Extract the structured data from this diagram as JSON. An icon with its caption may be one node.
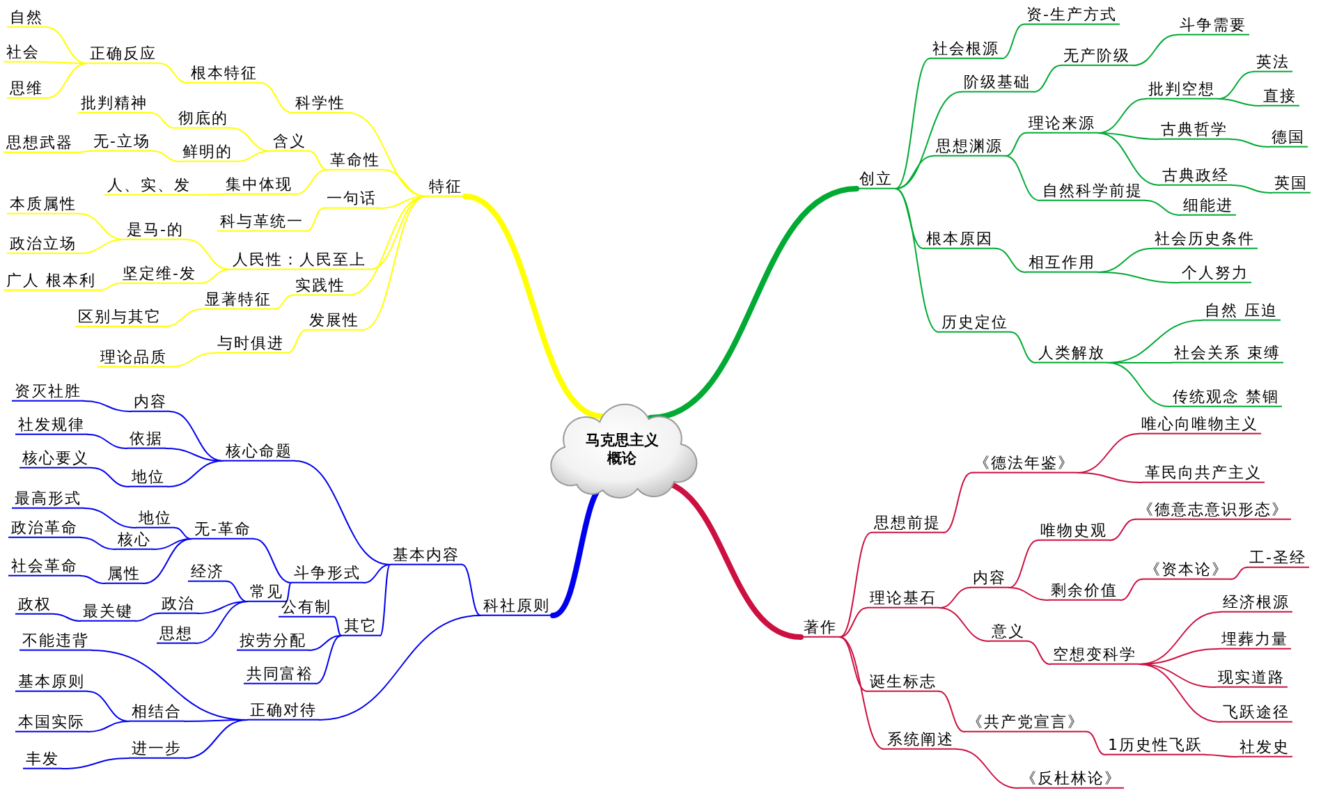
{
  "diagram": {
    "nodes": [
      {
        "text": [
          "马克思主义概论"
        ]
      },
      {
        "text": [
          "特征"
        ]
      },
      {
        "text": [
          "科学性"
        ]
      },
      {
        "text": [
          "根本特征"
        ]
      },
      {
        "text": [
          "正确反应"
        ]
      },
      {
        "text": [
          "自然"
        ]
      },
      {
        "text": [
          "社会"
        ]
      },
      {
        "text": [
          "思维"
        ]
      },
      {
        "text": [
          "革命性"
        ]
      },
      {
        "text": [
          "含义"
        ]
      },
      {
        "text": [
          "彻底的"
        ]
      },
      {
        "text": [
          "批判精神"
        ]
      },
      {
        "text": [
          "鲜明的"
        ]
      },
      {
        "text": [
          "无-立场"
        ]
      },
      {
        "text": [
          "思想武器"
        ]
      },
      {
        "text": [
          "集中体现"
        ]
      },
      {
        "text": [
          "人、实、发"
        ]
      },
      {
        "text": [
          "一句话"
        ]
      },
      {
        "text": [
          "科与革统一"
        ]
      },
      {
        "text": [
          "人民性：人民至上"
        ]
      },
      {
        "text": [
          "是马-的"
        ]
      },
      {
        "text": [
          "本质属性"
        ]
      },
      {
        "text": [
          "政治立场"
        ]
      },
      {
        "text": [
          "坚定维-发"
        ]
      },
      {
        "text": [
          "广人 根本利"
        ]
      },
      {
        "text": [
          "实践性"
        ]
      },
      {
        "text": [
          "显著特征"
        ]
      },
      {
        "text": [
          "区别与其它"
        ]
      },
      {
        "text": [
          "发展性"
        ]
      },
      {
        "text": [
          "与时俱进"
        ]
      },
      {
        "text": [
          "理论品质"
        ]
      },
      {
        "text": [
          "科社原则"
        ]
      },
      {
        "text": [
          "基本内容"
        ]
      },
      {
        "text": [
          "核心命题"
        ]
      },
      {
        "text": [
          "内容"
        ]
      },
      {
        "text": [
          "资灭社胜"
        ]
      },
      {
        "text": [
          "依据"
        ]
      },
      {
        "text": [
          "社发规律"
        ]
      },
      {
        "text": [
          "地位"
        ]
      },
      {
        "text": [
          "核心要义"
        ]
      },
      {
        "text": [
          "斗争形式"
        ]
      },
      {
        "text": [
          "无-革命"
        ]
      },
      {
        "text": [
          "地位"
        ]
      },
      {
        "text": [
          "最高形式"
        ]
      },
      {
        "text": [
          "核心"
        ]
      },
      {
        "text": [
          "政治革命"
        ]
      },
      {
        "text": [
          "属性"
        ]
      },
      {
        "text": [
          "社会革命"
        ]
      },
      {
        "text": [
          "常见"
        ]
      },
      {
        "text": [
          "经济"
        ]
      },
      {
        "text": [
          "政治"
        ]
      },
      {
        "text": [
          "最关键"
        ]
      },
      {
        "text": [
          "政权"
        ]
      },
      {
        "text": [
          "思想"
        ]
      },
      {
        "text": [
          "其它"
        ]
      },
      {
        "text": [
          "公有制"
        ]
      },
      {
        "text": [
          "按劳分配"
        ]
      },
      {
        "text": [
          "共同富裕"
        ]
      },
      {
        "text": [
          "正确对待"
        ]
      },
      {
        "text": [
          "不能违背"
        ]
      },
      {
        "text": [
          "相结合"
        ]
      },
      {
        "text": [
          "基本原则"
        ]
      },
      {
        "text": [
          "本国实际"
        ]
      },
      {
        "text": [
          "进一步"
        ]
      },
      {
        "text": [
          "丰发"
        ]
      },
      {
        "text": [
          "创立"
        ]
      },
      {
        "text": [
          "社会根源"
        ]
      },
      {
        "text": [
          "资-生产方式"
        ]
      },
      {
        "text": [
          "阶级基础"
        ]
      },
      {
        "text": [
          "无产阶级"
        ]
      },
      {
        "text": [
          "斗争需要"
        ]
      },
      {
        "text": [
          "思想渊源"
        ]
      },
      {
        "text": [
          "理论来源"
        ]
      },
      {
        "text": [
          "批判空想"
        ]
      },
      {
        "text": [
          "英法"
        ]
      },
      {
        "text": [
          "直接"
        ]
      },
      {
        "text": [
          "古典哲学"
        ]
      },
      {
        "text": [
          "德国"
        ]
      },
      {
        "text": [
          "古典政经"
        ]
      },
      {
        "text": [
          "英国"
        ]
      },
      {
        "text": [
          "自然科学前提"
        ]
      },
      {
        "text": [
          "细能进"
        ]
      },
      {
        "text": [
          "根本原因"
        ]
      },
      {
        "text": [
          "相互作用"
        ]
      },
      {
        "text": [
          "社会历史条件"
        ]
      },
      {
        "text": [
          "个人努力"
        ]
      },
      {
        "text": [
          "历史定位"
        ]
      },
      {
        "text": [
          "人类解放"
        ]
      },
      {
        "text": [
          "自然 压迫"
        ]
      },
      {
        "text": [
          "社会关系 束缚"
        ]
      },
      {
        "text": [
          "传统观念 禁锢"
        ]
      },
      {
        "text": [
          "著作"
        ]
      },
      {
        "text": [
          "思想前提"
        ]
      },
      {
        "text": [
          "《德法年鉴》"
        ]
      },
      {
        "text": [
          "唯心向唯物主义"
        ]
      },
      {
        "text": [
          "革民向共产主义"
        ]
      },
      {
        "text": [
          "理论基石"
        ]
      },
      {
        "text": [
          "内容"
        ]
      },
      {
        "text": [
          "唯物史观"
        ]
      },
      {
        "text": [
          "《德意志意识形态》"
        ]
      },
      {
        "text": [
          "剩余价值"
        ]
      },
      {
        "text": [
          "《资本论》"
        ]
      },
      {
        "text": [
          "工-圣经"
        ]
      },
      {
        "text": [
          "意义"
        ]
      },
      {
        "text": [
          "空想变科学"
        ]
      },
      {
        "text": [
          "经济根源"
        ]
      },
      {
        "text": [
          "埋葬力量"
        ]
      },
      {
        "text": [
          "现实道路"
        ]
      },
      {
        "text": [
          "飞跃途径"
        ]
      },
      {
        "text": [
          "诞生标志"
        ]
      },
      {
        "text": [
          "《共产党宣言》"
        ]
      },
      {
        "text": [
          "1历史性飞跃"
        ]
      },
      {
        "text": [
          "社发史"
        ]
      },
      {
        "text": [
          "系统阐述"
        ]
      },
      {
        "text": [
          "《反杜林论》"
        ]
      }
    ],
    "edges": [
      {
        "from": 0,
        "to": 1,
        "arrow": "none",
        "style": "thick",
        "color": "#ffff00"
      },
      {
        "from": 1,
        "to": 2,
        "arrow": "none",
        "color": "#ffff00"
      },
      {
        "from": 2,
        "to": 3,
        "arrow": "none",
        "color": "#ffff00"
      },
      {
        "from": 3,
        "to": 4,
        "arrow": "none",
        "color": "#ffff00"
      },
      {
        "from": 4,
        "to": 5,
        "arrow": "none",
        "color": "#ffff00"
      },
      {
        "from": 4,
        "to": 6,
        "arrow": "none",
        "color": "#ffff00"
      },
      {
        "from": 4,
        "to": 7,
        "arrow": "none",
        "color": "#ffff00"
      },
      {
        "from": 1,
        "to": 8,
        "arrow": "none",
        "color": "#ffff00"
      },
      {
        "from": 8,
        "to": 9,
        "arrow": "none",
        "color": "#ffff00"
      },
      {
        "from": 9,
        "to": 10,
        "arrow": "none",
        "color": "#ffff00"
      },
      {
        "from": 10,
        "to": 11,
        "arrow": "none",
        "color": "#ffff00"
      },
      {
        "from": 9,
        "to": 12,
        "arrow": "none",
        "color": "#ffff00"
      },
      {
        "from": 12,
        "to": 13,
        "arrow": "none",
        "color": "#ffff00"
      },
      {
        "from": 13,
        "to": 14,
        "arrow": "none",
        "color": "#ffff00"
      },
      {
        "from": 8,
        "to": 15,
        "arrow": "none",
        "color": "#ffff00"
      },
      {
        "from": 15,
        "to": 16,
        "arrow": "none",
        "color": "#ffff00"
      },
      {
        "from": 1,
        "to": 17,
        "arrow": "none",
        "color": "#ffff00"
      },
      {
        "from": 17,
        "to": 18,
        "arrow": "none",
        "color": "#ffff00"
      },
      {
        "from": 1,
        "to": 19,
        "arrow": "none",
        "color": "#ffff00"
      },
      {
        "from": 19,
        "to": 20,
        "arrow": "none",
        "color": "#ffff00"
      },
      {
        "from": 20,
        "to": 21,
        "arrow": "none",
        "color": "#ffff00"
      },
      {
        "from": 20,
        "to": 22,
        "arrow": "none",
        "color": "#ffff00"
      },
      {
        "from": 19,
        "to": 23,
        "arrow": "none",
        "color": "#ffff00"
      },
      {
        "from": 23,
        "to": 24,
        "arrow": "none",
        "color": "#ffff00"
      },
      {
        "from": 1,
        "to": 25,
        "arrow": "none",
        "color": "#ffff00"
      },
      {
        "from": 25,
        "to": 26,
        "arrow": "none",
        "color": "#ffff00"
      },
      {
        "from": 26,
        "to": 27,
        "arrow": "none",
        "color": "#ffff00"
      },
      {
        "from": 1,
        "to": 28,
        "arrow": "none",
        "color": "#ffff00"
      },
      {
        "from": 28,
        "to": 29,
        "arrow": "none",
        "color": "#ffff00"
      },
      {
        "from": 29,
        "to": 30,
        "arrow": "none",
        "color": "#ffff00"
      },
      {
        "from": 0,
        "to": 31,
        "arrow": "none",
        "style": "thick",
        "color": "#0000ee"
      },
      {
        "from": 31,
        "to": 32,
        "arrow": "none",
        "color": "#0000ee"
      },
      {
        "from": 32,
        "to": 33,
        "arrow": "none",
        "color": "#0000ee"
      },
      {
        "from": 33,
        "to": 34,
        "arrow": "none",
        "color": "#0000ee"
      },
      {
        "from": 34,
        "to": 35,
        "arrow": "none",
        "color": "#0000ee"
      },
      {
        "from": 33,
        "to": 36,
        "arrow": "none",
        "color": "#0000ee"
      },
      {
        "from": 36,
        "to": 37,
        "arrow": "none",
        "color": "#0000ee"
      },
      {
        "from": 33,
        "to": 38,
        "arrow": "none",
        "color": "#0000ee"
      },
      {
        "from": 38,
        "to": 39,
        "arrow": "none",
        "color": "#0000ee"
      },
      {
        "from": 32,
        "to": 40,
        "arrow": "none",
        "color": "#0000ee"
      },
      {
        "from": 40,
        "to": 41,
        "arrow": "none",
        "color": "#0000ee"
      },
      {
        "from": 41,
        "to": 42,
        "arrow": "none",
        "color": "#0000ee"
      },
      {
        "from": 42,
        "to": 43,
        "arrow": "none",
        "color": "#0000ee"
      },
      {
        "from": 41,
        "to": 44,
        "arrow": "none",
        "color": "#0000ee"
      },
      {
        "from": 44,
        "to": 45,
        "arrow": "none",
        "color": "#0000ee"
      },
      {
        "from": 41,
        "to": 46,
        "arrow": "none",
        "color": "#0000ee"
      },
      {
        "from": 46,
        "to": 47,
        "arrow": "none",
        "color": "#0000ee"
      },
      {
        "from": 40,
        "to": 48,
        "arrow": "none",
        "color": "#0000ee"
      },
      {
        "from": 48,
        "to": 49,
        "arrow": "none",
        "color": "#0000ee"
      },
      {
        "from": 48,
        "to": 50,
        "arrow": "none",
        "color": "#0000ee"
      },
      {
        "from": 50,
        "to": 51,
        "arrow": "none",
        "color": "#0000ee"
      },
      {
        "from": 51,
        "to": 52,
        "arrow": "none",
        "color": "#0000ee"
      },
      {
        "from": 48,
        "to": 53,
        "arrow": "none",
        "color": "#0000ee"
      },
      {
        "from": 32,
        "to": 54,
        "arrow": "none",
        "color": "#0000ee"
      },
      {
        "from": 54,
        "to": 55,
        "arrow": "none",
        "color": "#0000ee"
      },
      {
        "from": 54,
        "to": 56,
        "arrow": "none",
        "color": "#0000ee"
      },
      {
        "from": 54,
        "to": 57,
        "arrow": "none",
        "color": "#0000ee"
      },
      {
        "from": 31,
        "to": 58,
        "arrow": "none",
        "color": "#0000ee"
      },
      {
        "from": 58,
        "to": 59,
        "arrow": "none",
        "color": "#0000ee"
      },
      {
        "from": 58,
        "to": 60,
        "arrow": "none",
        "color": "#0000ee"
      },
      {
        "from": 60,
        "to": 61,
        "arrow": "none",
        "color": "#0000ee"
      },
      {
        "from": 60,
        "to": 62,
        "arrow": "none",
        "color": "#0000ee"
      },
      {
        "from": 58,
        "to": 63,
        "arrow": "none",
        "color": "#0000ee"
      },
      {
        "from": 63,
        "to": 64,
        "arrow": "none",
        "color": "#0000ee"
      },
      {
        "from": 0,
        "to": 65,
        "arrow": "none",
        "style": "thick",
        "color": "#00aa33"
      },
      {
        "from": 65,
        "to": 66,
        "arrow": "none",
        "color": "#00aa33"
      },
      {
        "from": 66,
        "to": 67,
        "arrow": "none",
        "color": "#00aa33"
      },
      {
        "from": 65,
        "to": 68,
        "arrow": "none",
        "color": "#00aa33"
      },
      {
        "from": 68,
        "to": 69,
        "arrow": "none",
        "color": "#00aa33"
      },
      {
        "from": 69,
        "to": 70,
        "arrow": "none",
        "color": "#00aa33"
      },
      {
        "from": 65,
        "to": 71,
        "arrow": "none",
        "color": "#00aa33"
      },
      {
        "from": 71,
        "to": 72,
        "arrow": "none",
        "color": "#00aa33"
      },
      {
        "from": 72,
        "to": 73,
        "arrow": "none",
        "color": "#00aa33"
      },
      {
        "from": 73,
        "to": 74,
        "arrow": "none",
        "color": "#00aa33"
      },
      {
        "from": 73,
        "to": 75,
        "arrow": "none",
        "color": "#00aa33"
      },
      {
        "from": 72,
        "to": 76,
        "arrow": "none",
        "color": "#00aa33"
      },
      {
        "from": 76,
        "to": 77,
        "arrow": "none",
        "color": "#00aa33"
      },
      {
        "from": 72,
        "to": 78,
        "arrow": "none",
        "color": "#00aa33"
      },
      {
        "from": 78,
        "to": 79,
        "arrow": "none",
        "color": "#00aa33"
      },
      {
        "from": 71,
        "to": 80,
        "arrow": "none",
        "color": "#00aa33"
      },
      {
        "from": 80,
        "to": 81,
        "arrow": "none",
        "color": "#00aa33"
      },
      {
        "from": 65,
        "to": 82,
        "arrow": "none",
        "color": "#00aa33"
      },
      {
        "from": 82,
        "to": 83,
        "arrow": "none",
        "color": "#00aa33"
      },
      {
        "from": 83,
        "to": 84,
        "arrow": "none",
        "color": "#00aa33"
      },
      {
        "from": 83,
        "to": 85,
        "arrow": "none",
        "color": "#00aa33"
      },
      {
        "from": 65,
        "to": 86,
        "arrow": "none",
        "color": "#00aa33"
      },
      {
        "from": 86,
        "to": 87,
        "arrow": "none",
        "color": "#00aa33"
      },
      {
        "from": 87,
        "to": 88,
        "arrow": "none",
        "color": "#00aa33"
      },
      {
        "from": 87,
        "to": 89,
        "arrow": "none",
        "color": "#00aa33"
      },
      {
        "from": 87,
        "to": 90,
        "arrow": "none",
        "color": "#00aa33"
      },
      {
        "from": 0,
        "to": 91,
        "arrow": "none",
        "style": "thick",
        "color": "#cc1040"
      },
      {
        "from": 91,
        "to": 92,
        "arrow": "none",
        "color": "#cc1040"
      },
      {
        "from": 92,
        "to": 93,
        "arrow": "none",
        "color": "#cc1040"
      },
      {
        "from": 93,
        "to": 94,
        "arrow": "none",
        "color": "#cc1040"
      },
      {
        "from": 93,
        "to": 95,
        "arrow": "none",
        "color": "#cc1040"
      },
      {
        "from": 91,
        "to": 96,
        "arrow": "none",
        "color": "#cc1040"
      },
      {
        "from": 96,
        "to": 97,
        "arrow": "none",
        "color": "#cc1040"
      },
      {
        "from": 97,
        "to": 98,
        "arrow": "none",
        "color": "#cc1040"
      },
      {
        "from": 98,
        "to": 99,
        "arrow": "none",
        "color": "#cc1040"
      },
      {
        "from": 97,
        "to": 100,
        "arrow": "none",
        "color": "#cc1040"
      },
      {
        "from": 100,
        "to": 101,
        "arrow": "none",
        "color": "#cc1040"
      },
      {
        "from": 101,
        "to": 102,
        "arrow": "none",
        "color": "#cc1040"
      },
      {
        "from": 96,
        "to": 103,
        "arrow": "none",
        "color": "#cc1040"
      },
      {
        "from": 103,
        "to": 104,
        "arrow": "none",
        "color": "#cc1040"
      },
      {
        "from": 104,
        "to": 105,
        "arrow": "none",
        "color": "#cc1040"
      },
      {
        "from": 104,
        "to": 106,
        "arrow": "none",
        "color": "#cc1040"
      },
      {
        "from": 104,
        "to": 107,
        "arrow": "none",
        "color": "#cc1040"
      },
      {
        "from": 104,
        "to": 108,
        "arrow": "none",
        "color": "#cc1040"
      },
      {
        "from": 91,
        "to": 109,
        "arrow": "none",
        "color": "#cc1040"
      },
      {
        "from": 109,
        "to": 110,
        "arrow": "none",
        "color": "#cc1040"
      },
      {
        "from": 110,
        "to": 111,
        "arrow": "none",
        "color": "#cc1040"
      },
      {
        "from": 111,
        "to": 112,
        "arrow": "none",
        "color": "#cc1040"
      },
      {
        "from": 91,
        "to": 113,
        "arrow": "none",
        "color": "#cc1040"
      },
      {
        "from": 113,
        "to": 114,
        "arrow": "none",
        "color": "#cc1040"
      }
    ]
  }
}
